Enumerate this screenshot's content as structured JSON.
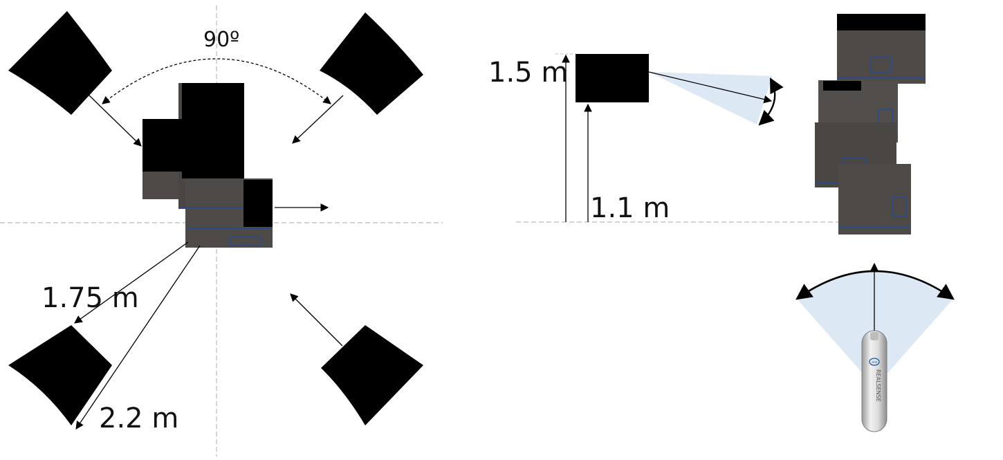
{
  "labels": {
    "angle": "90º",
    "dist_near": "1.75 m",
    "dist_far": "2.2 m",
    "height_top": "1.5 m",
    "height_low": "1.1 m"
  },
  "device": {
    "brand_text": "REALSENSE",
    "logo_text": "intel"
  },
  "colors": {
    "camera_fill": "#000000",
    "box_face": "#4e4a47",
    "box_side": "#3e3a38",
    "box_stripe": "#2c4a8a",
    "fov_fill": "#dde8f5",
    "guide_line": "#b8b8c4"
  }
}
